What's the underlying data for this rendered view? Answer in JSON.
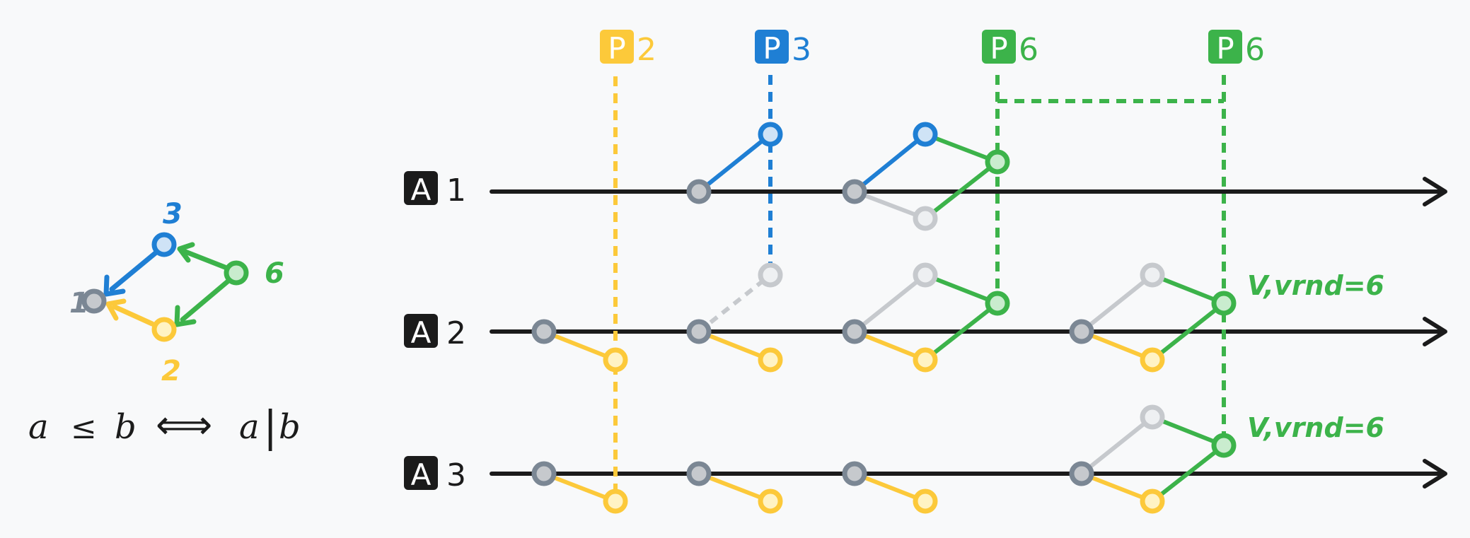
{
  "colors": {
    "gray": "#7b8794",
    "blue": "#1f7fd4",
    "green": "#3cb34a",
    "yellow": "#fcc93a",
    "light_gray": "#c6c9cd",
    "black": "#1b1b1b"
  },
  "lattice": {
    "nodes": [
      {
        "id": "n1",
        "label": "1",
        "color": "gray"
      },
      {
        "id": "n2",
        "label": "2",
        "color": "yellow"
      },
      {
        "id": "n3",
        "label": "3",
        "color": "blue"
      },
      {
        "id": "n6",
        "label": "6",
        "color": "green"
      }
    ],
    "relation": {
      "a": "a",
      "le": "≤",
      "b": "b",
      "iff": "⟺",
      "divides_a": "a",
      "bar": "|",
      "divides_b": "b"
    }
  },
  "proposers": [
    {
      "badge": "P",
      "number": "2",
      "color": "yellow"
    },
    {
      "badge": "P",
      "number": "3",
      "color": "blue"
    },
    {
      "badge": "P",
      "number": "6",
      "color": "green"
    },
    {
      "badge": "P",
      "number": "6",
      "color": "green"
    }
  ],
  "acceptors": [
    {
      "badge": "A",
      "number": "1"
    },
    {
      "badge": "A",
      "number": "2"
    },
    {
      "badge": "A",
      "number": "3"
    }
  ],
  "annotations": [
    {
      "text": "V,vrnd=6",
      "color": "green",
      "acceptor": "2"
    },
    {
      "text": "V,vrnd=6",
      "color": "green",
      "acceptor": "3"
    }
  ]
}
